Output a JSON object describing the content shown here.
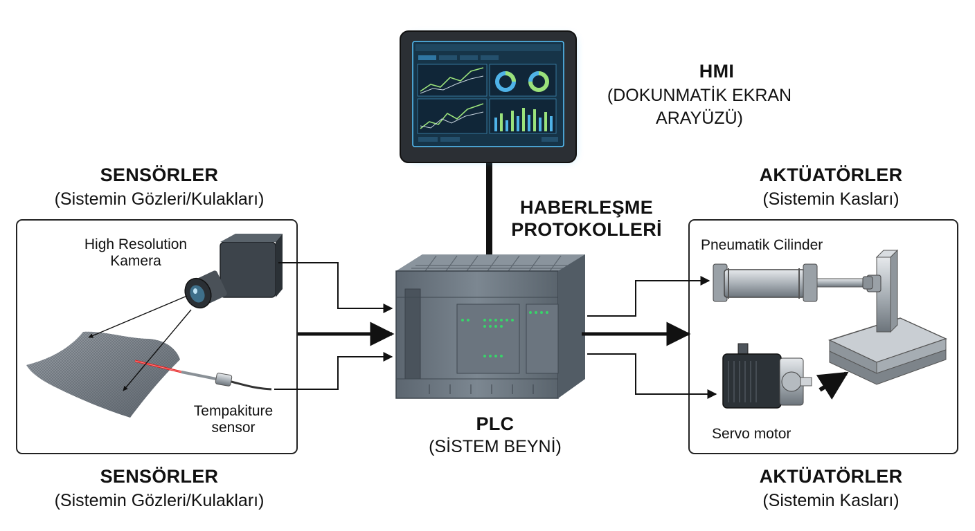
{
  "hmi": {
    "title": "HMI",
    "subtitle_line1": "(DOKUNMATİK EKRAN",
    "subtitle_line2": "ARAYÜZÜ)"
  },
  "protocols": {
    "line1": "HABERLEŞME",
    "line2": "PROTOKOLLERİ"
  },
  "plc": {
    "title": "PLC",
    "subtitle": "(SİSTEM BEYNİ)"
  },
  "sensors": {
    "title_top": "SENSÖRLER",
    "subtitle_top": "(Sistemin Gözleri/Kulakları)",
    "title_bottom": "SENSÖRLER",
    "subtitle_bottom": "(Sistemin Gözleri/Kulakları)",
    "camera_line1": "High Resolution",
    "camera_line2": "Kamera",
    "temp_line1": "Tempakiture",
    "temp_line2": "sensor"
  },
  "actuators": {
    "title_top": "AKTÜATÖRLER",
    "subtitle_top": "(Sistemin Kasları)",
    "title_bottom": "AKTÜATÖRLER",
    "subtitle_bottom": "(Sistemin Kasları)",
    "cylinder": "Pneumatik Cilinder",
    "servo": "Servo motor"
  },
  "icons": [
    "hmi-touchscreen-icon",
    "plc-controller-icon",
    "camera-icon",
    "temperature-probe-icon",
    "fabric-sheet-icon",
    "pneumatic-cylinder-icon",
    "servo-motor-icon",
    "press-plate-icon"
  ],
  "colors": {
    "frame": "#222222",
    "screen_glow": "#58c6ff",
    "plc_body": "#6f7a84",
    "led_green": "#38d46a",
    "laser": "#e02020"
  }
}
